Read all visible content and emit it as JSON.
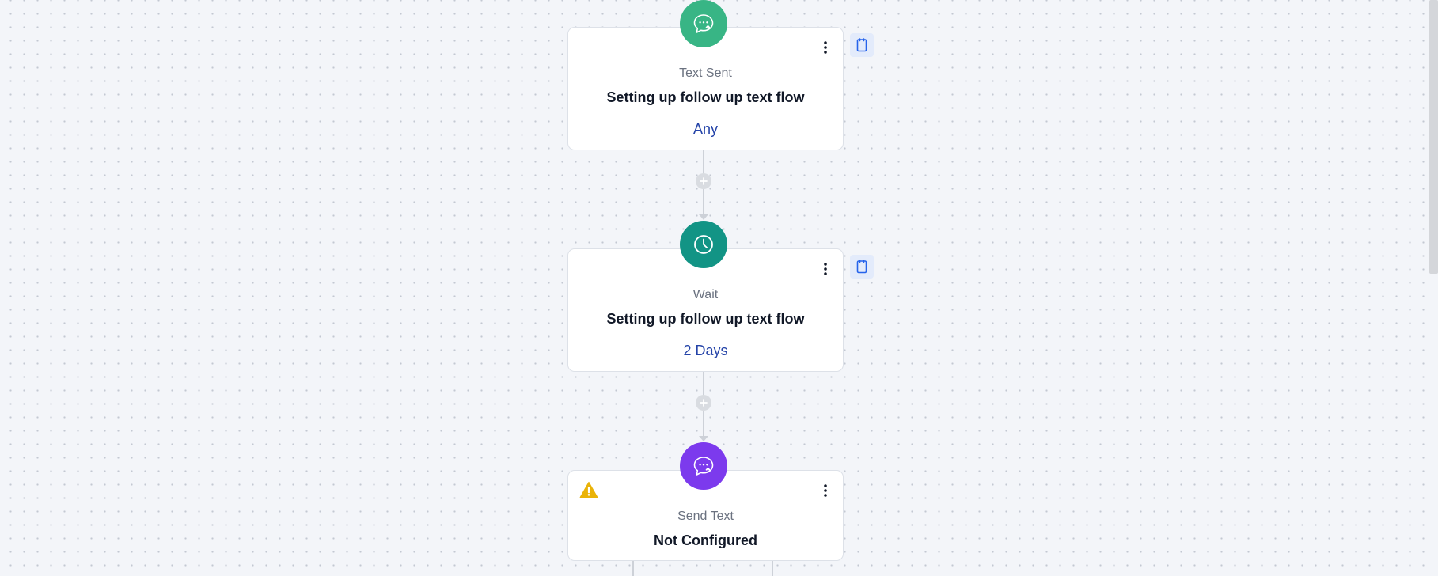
{
  "colors": {
    "canvas_bg": "#f3f5f9",
    "text_sent_icon": "#38b585",
    "wait_icon": "#129485",
    "send_text_icon": "#7c3aed",
    "value_text": "#2443a8",
    "warning": "#eab308",
    "note_button_bg": "#e3ebfb",
    "note_icon": "#2563eb"
  },
  "nodes": [
    {
      "icon": "chat-bubble-arrow-icon",
      "type_label": "Text Sent",
      "title": "Setting up follow up text flow",
      "value": "Any"
    },
    {
      "icon": "clock-icon",
      "type_label": "Wait",
      "title": "Setting up follow up text flow",
      "value": "2 Days"
    },
    {
      "icon": "chat-bubble-arrow-icon",
      "type_label": "Send Text",
      "title": "Not Configured",
      "warning_icon": "warning-triangle-icon"
    }
  ],
  "controls": {
    "kebab_icon": "vertical-dots-icon",
    "note_icon": "note-icon",
    "add_step_icon": "plus-icon"
  }
}
